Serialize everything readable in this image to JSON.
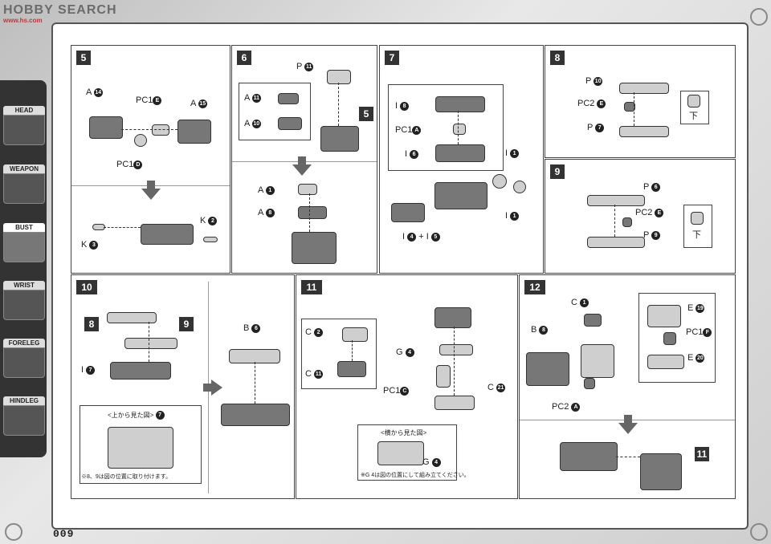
{
  "site": {
    "logo": "HOBBY SEARCH",
    "sub": "www.hs.com"
  },
  "sidebar": [
    {
      "label": "HEAD"
    },
    {
      "label": "WEAPON"
    },
    {
      "label": "BUST"
    },
    {
      "label": "WRIST"
    },
    {
      "label": "FORELEG"
    },
    {
      "label": "HINDLEG"
    }
  ],
  "page_number": "009",
  "steps": {
    "s5": {
      "num": "5",
      "l1": "A",
      "c1": "14",
      "l2": "PC1",
      "c2": "E",
      "l3": "A",
      "c3": "15",
      "l4": "PC1",
      "c4": "D",
      "l5": "K",
      "c5": "2",
      "l6": "K",
      "c6": "3"
    },
    "s6": {
      "num": "6",
      "l1": "P",
      "c1": "11",
      "l2": "A",
      "c2": "11",
      "l3": "A",
      "c3": "10",
      "ref": "5",
      "l4": "A",
      "c4": "1",
      "l5": "A",
      "c5": "8"
    },
    "s7": {
      "num": "7",
      "l1": "I",
      "c1": "8",
      "l2": "PC1",
      "c2": "A",
      "l3": "I",
      "c3": "6",
      "l4": "I",
      "c4": "1",
      "l5": "I",
      "c5": "1",
      "l6": "I",
      "c6": "4",
      "plus": "+",
      "l7": "I",
      "c7": "5"
    },
    "s8": {
      "num": "8",
      "l1": "P",
      "c1": "10",
      "l2": "PC2",
      "c2": "E",
      "l3": "P",
      "c3": "7",
      "glyph": "下"
    },
    "s9": {
      "num": "9",
      "l1": "P",
      "c1": "6",
      "l2": "PC2",
      "c2": "E",
      "l3": "P",
      "c3": "9",
      "glyph": "下"
    },
    "s10": {
      "num": "10",
      "r1": "8",
      "r2": "9",
      "l1": "I",
      "c1": "7",
      "l2": "B",
      "c2": "6",
      "inset_title": "<上から見た図>",
      "inset_c": "7",
      "note": "※8、9は図の位置に取り付けます。"
    },
    "s11": {
      "num": "11",
      "l1": "C",
      "c1": "2",
      "l2": "C",
      "c2": "11",
      "l3": "G",
      "c3": "4",
      "l4": "PC1",
      "c4": "C",
      "l5": "C",
      "c5": "21",
      "inset_title": "<横から見た図>",
      "l6": "G",
      "c6": "4",
      "note": "※G 4は図の位置にして組み立てください。"
    },
    "s12": {
      "num": "12",
      "l1": "C",
      "c1": "1",
      "l2": "B",
      "c2": "8",
      "l3": "E",
      "c3": "19",
      "l4": "PC1",
      "c4": "F",
      "l5": "E",
      "c5": "20",
      "l6": "PC2",
      "c6": "A",
      "ref": "11"
    }
  }
}
